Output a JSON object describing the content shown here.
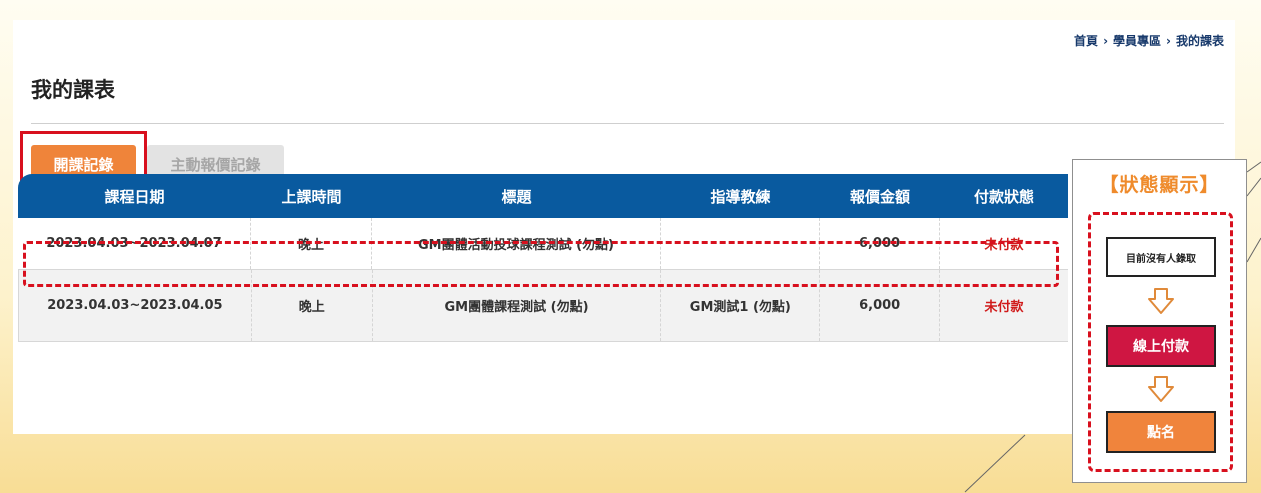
{
  "breadcrumb": [
    "首頁",
    "學員專區",
    "我的課表"
  ],
  "breadcrumb_sep": "›",
  "page_title": "我的課表",
  "tabs": [
    {
      "label": "開課記錄",
      "active": true
    },
    {
      "label": "主動報價記錄",
      "active": false
    }
  ],
  "table": {
    "headers": [
      "課程日期",
      "上課時間",
      "標題",
      "指導教練",
      "報價金額",
      "付款狀態"
    ],
    "rows": [
      [
        "2023.04.03~2023.04.07",
        "晚上",
        "GM團體活動投球課程測試 (勿點)",
        "",
        "6,000",
        "未付款"
      ],
      [
        "2023.04.03~2023.04.05",
        "晚上",
        "GM團體課程測試 (勿點)",
        "GM測試1 (勿點)",
        "6,000",
        "未付款"
      ]
    ]
  },
  "status_panel": {
    "title": "【狀態顯示】",
    "steps": [
      "目前沒有人錄取",
      "線上付款",
      "點名"
    ]
  },
  "colors": {
    "header_bg": "#095a9f",
    "tab_active": "#ef843a",
    "unpaid": "#d01a1a",
    "highlight": "#d8101e",
    "pay_button": "#cf1642",
    "sign_button": "#f0843c"
  }
}
